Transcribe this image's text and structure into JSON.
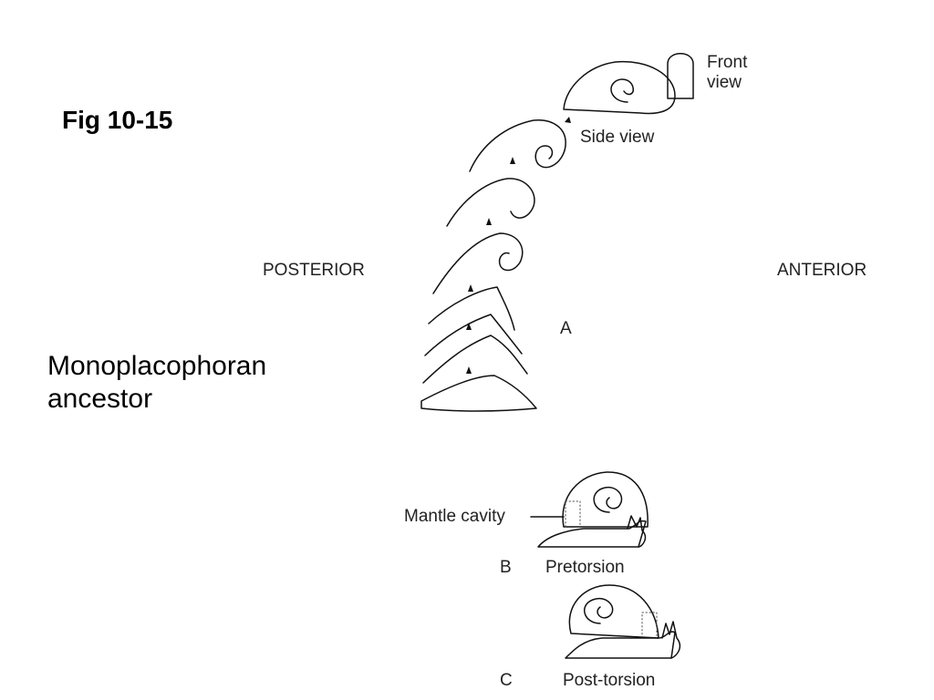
{
  "figure": {
    "title": "Fig 10-15",
    "ancestor_label": "Monoplacophoran ancestor"
  },
  "labels": {
    "front_view": "Front view",
    "side_view": "Side view",
    "posterior": "POSTERIOR",
    "anterior": "ANTERIOR",
    "panel_a": "A",
    "mantle_cavity": "Mantle cavity",
    "panel_b": "B",
    "pretorsion": "Pretorsion",
    "panel_c": "C",
    "post_torsion": "Post-torsion"
  }
}
